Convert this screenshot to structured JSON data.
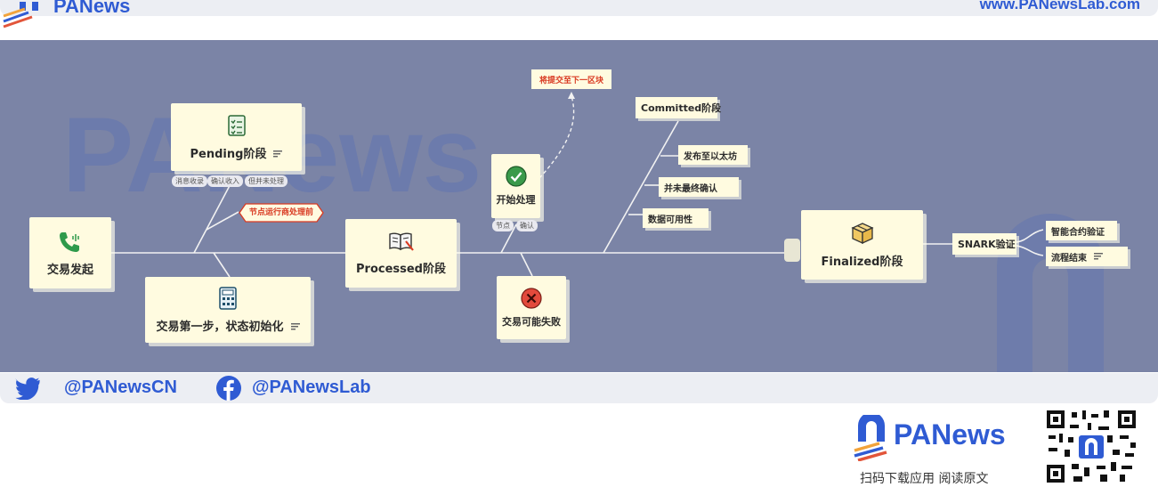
{
  "header": {
    "brand": "PANews",
    "url": "www.PANewsLab.com"
  },
  "watermark": "PANews",
  "diagram": {
    "start": "交易发起",
    "pending": {
      "label": "Pending阶段",
      "tags": [
        "消息收录",
        "确认收入",
        "但并未处理"
      ]
    },
    "init": "交易第一步，状态初始化",
    "operator_note": "节点运行商处理前",
    "processed": "Processed阶段",
    "begin": {
      "label": "开始处理",
      "tags": [
        "节点",
        "确认"
      ]
    },
    "fail": "交易可能失败",
    "next_block": "将提交至下一区块",
    "committed": "Committed阶段",
    "committed_items": [
      "发布至以太坊",
      "并未最终确认",
      "数据可用性"
    ],
    "finalized": "Finalized阶段",
    "snark": "SNARK验证",
    "snark_items": [
      "智能合约验证",
      "流程结束"
    ]
  },
  "footer": {
    "twitter": "@PANewsCN",
    "facebook": "@PANewsLab"
  },
  "bottom": {
    "brand": "PANews",
    "caption": "扫码下载应用  阅读原文"
  },
  "colors": {
    "brand_blue": "#2f5bd3",
    "canvas": "#7b84a6",
    "card": "#fffbe0",
    "warn_red": "#d93a22"
  }
}
